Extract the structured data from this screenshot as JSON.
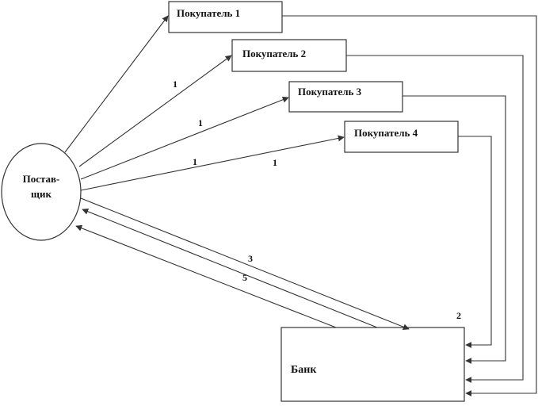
{
  "supplier": {
    "label_line1": "Постав-",
    "label_line2": "щик"
  },
  "buyers": [
    {
      "label": "Покупатель 1"
    },
    {
      "label": "Покупатель 2"
    },
    {
      "label": "Покупатель 3"
    },
    {
      "label": "Покупатель 4"
    }
  ],
  "bank": {
    "label": "Банк"
  },
  "flow_numbers": {
    "to_buyer2": "1",
    "to_buyer3": "1",
    "to_buyer4_a": "1",
    "to_buyer4_b": "1",
    "supplier_to_bank": "3",
    "bank_to_supplier": "5",
    "buyers_to_bank": "2"
  },
  "colors": {
    "line": "#333333",
    "text": "#111111",
    "background": "#ffffff"
  }
}
